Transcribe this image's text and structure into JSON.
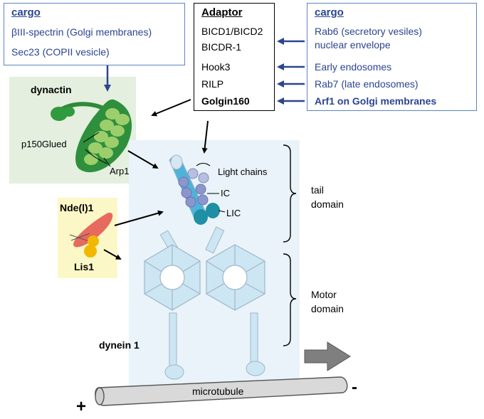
{
  "cargo_left": {
    "heading": "cargo",
    "items": [
      "βIII-spectrin (Golgi membranes)",
      "Sec23 (COPII vesicle)"
    ]
  },
  "adaptor": {
    "heading": "Adaptor",
    "items": [
      "BICD1/BICD2",
      "BICDR-1",
      "Hook3",
      "RILP",
      "Golgin160"
    ]
  },
  "cargo_right": {
    "heading": "cargo",
    "items": [
      "Rab6 (secretory vesiles)",
      "nuclear envelope",
      "Early endosomes",
      "Rab7 (late endosomes)",
      "Arf1 on Golgi membranes"
    ]
  },
  "dynactin": {
    "title": "dynactin",
    "p150": "p150Glued",
    "arp1": "Arp1"
  },
  "ndel": {
    "title": "Nde(l)1",
    "lis1": "Lis1"
  },
  "dynein": {
    "title": "dynein 1",
    "light_chains": "Light chains",
    "ic": "IC",
    "lic": "LIC",
    "tail_domain": "tail\ndomain",
    "motor_domain": "Motor\ndomain"
  },
  "microtubule": {
    "label": "microtubule",
    "plus": "+",
    "minus": "-"
  },
  "colors": {
    "cargo_text": "#2b4590",
    "dynactin_bg": "#e4efdf",
    "nde_bg": "#fcf7c6",
    "dynein_bg": "#e9f3f9",
    "motor": "#cde6f3",
    "arrow_blue": "#2b4590"
  }
}
